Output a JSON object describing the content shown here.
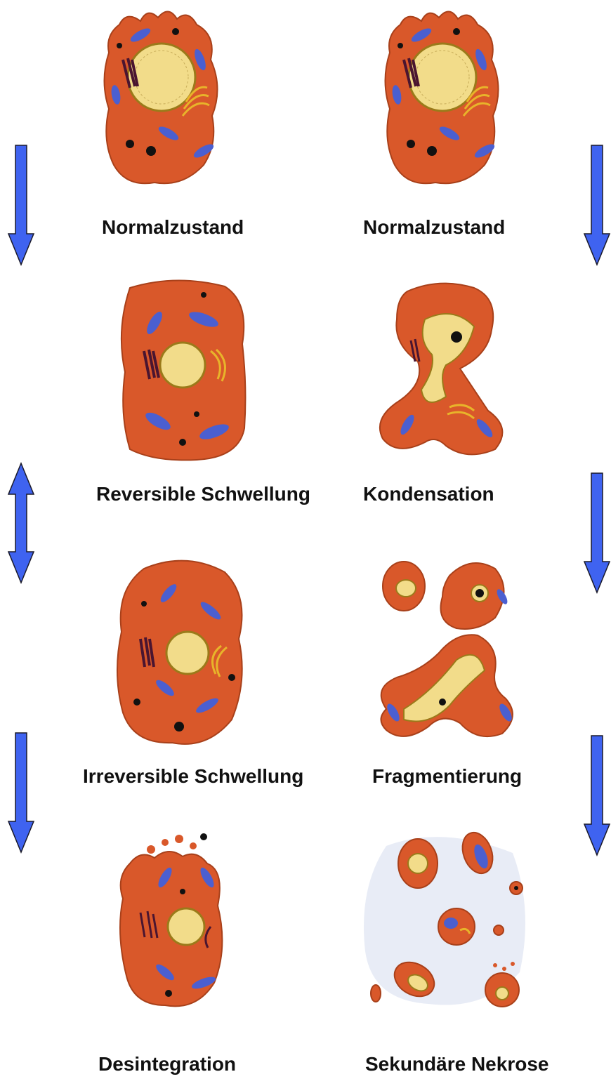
{
  "colors": {
    "cytoplasm": "#d9582a",
    "cytoplasm_dark": "#a8401a",
    "nucleus": "#f2dc8a",
    "nucleus_edge": "#9b7a1a",
    "mitochondria": "#4b5fd0",
    "er": "#4a1530",
    "golgi": "#e8b42a",
    "arrow_fill": "#3f63f0",
    "arrow_edge": "#1a1a2a",
    "halo": "#e8ecf6"
  },
  "left_column": {
    "labels": {
      "normal": "Normalzustand",
      "reversible": "Reversible Schwellung",
      "irreversible": "Irreversible Schwellung",
      "desintegration": "Desintegration"
    }
  },
  "right_column": {
    "labels": {
      "normal": "Normalzustand",
      "kondensation": "Kondensation",
      "fragmentierung": "Fragmentierung",
      "nekrose": "Sekundäre Nekrose"
    }
  },
  "arrows": {
    "left": [
      "down-arrow-icon",
      "double-arrow-icon",
      "down-arrow-icon"
    ],
    "right": [
      "down-arrow-icon",
      "down-arrow-icon",
      "down-arrow-icon"
    ]
  }
}
